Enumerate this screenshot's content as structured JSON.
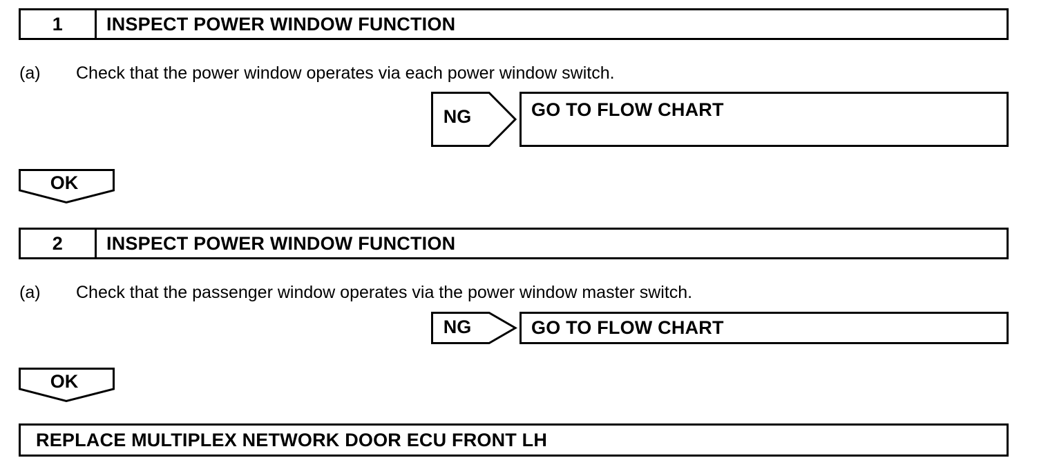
{
  "document": {
    "type": "troubleshooting-flowchart",
    "title": "Power Window Function Inspection"
  },
  "steps": [
    {
      "number": "1",
      "title": "INSPECT POWER WINDOW FUNCTION",
      "instruction_marker": "(a)",
      "instruction_text": "Check that the power window operates via each power window switch.",
      "ng_label": "NG",
      "ng_result": "GO TO FLOW CHART",
      "ok_label": "OK"
    },
    {
      "number": "2",
      "title": "INSPECT POWER WINDOW FUNCTION",
      "instruction_marker": "(a)",
      "instruction_text": "Check that the passenger window operates via the power window master switch.",
      "ng_label": "NG",
      "ng_result": "GO TO FLOW CHART",
      "ok_label": "OK"
    }
  ],
  "conclusion": {
    "label": "REPLACE MULTIPLEX NETWORK DOOR ECU FRONT LH"
  },
  "colors": {
    "ink": "#000000",
    "paper": "#ffffff"
  }
}
